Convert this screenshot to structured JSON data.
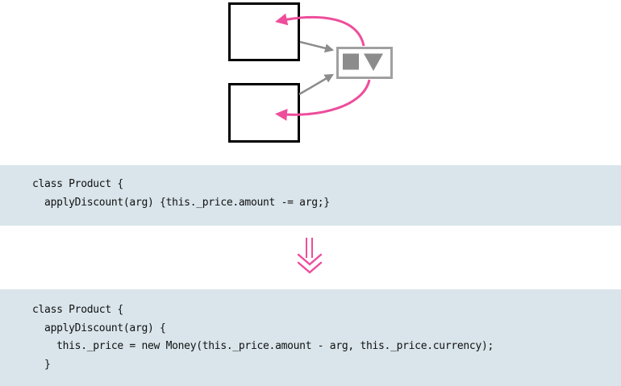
{
  "colors": {
    "accent_pink": "#ee4d9b",
    "diagram_gray": "#8c8c8c",
    "diagram_gray_border": "#a0a0a0",
    "code_background": "#d9e5eb",
    "code_text": "#111111",
    "box_border": "#000000",
    "page_background": "#ffffff"
  },
  "diagram": {
    "boxes": [
      "referrer-object-top",
      "referrer-object-bottom",
      "shared-value-object"
    ],
    "icons": [
      "filled-square-icon",
      "filled-triangle-icon",
      "double-down-arrow-icon"
    ],
    "arrows": [
      "gray-reference-arrow-top",
      "gray-reference-arrow-bottom",
      "pink-return-arrow-top",
      "pink-return-arrow-bottom"
    ]
  },
  "code_before": {
    "lines": [
      "class Product {",
      "  applyDiscount(arg) {this._price.amount -= arg;}"
    ]
  },
  "code_after": {
    "lines": [
      "class Product {",
      "  applyDiscount(arg) {",
      "    this._price = new Money(this._price.amount - arg, this._price.currency);",
      "  }"
    ]
  }
}
